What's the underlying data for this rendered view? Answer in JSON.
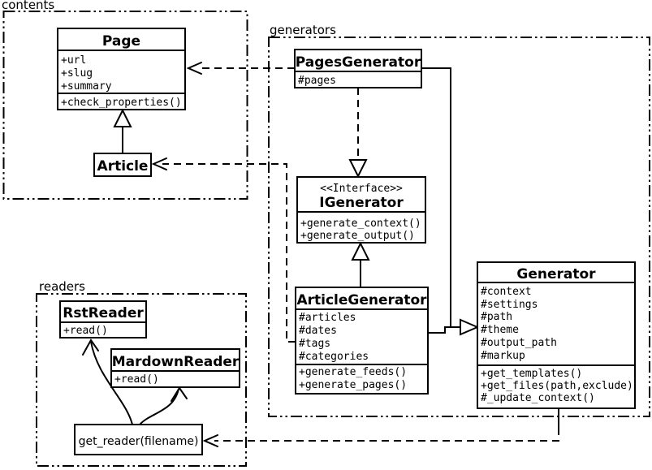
{
  "diagram": {
    "title": "UML class diagram",
    "colors": {
      "line": "#000000",
      "background": "#ffffff",
      "box_fill": "#ffffff"
    },
    "packages": {
      "contents": {
        "label": "contents"
      },
      "generators": {
        "label": "generators"
      },
      "readers": {
        "label": "readers"
      }
    },
    "classes": {
      "page": {
        "name": "Page",
        "attributes": [
          "+url",
          "+slug",
          "+summary"
        ],
        "methods": [
          "+check_properties()"
        ]
      },
      "article": {
        "name": "Article"
      },
      "pages_generator": {
        "name": "PagesGenerator",
        "attributes": [
          "#pages"
        ]
      },
      "igenerator": {
        "stereotype": "<<Interface>>",
        "name": "IGenerator",
        "methods": [
          "+generate_context()",
          "+generate_output()"
        ]
      },
      "article_generator": {
        "name": "ArticleGenerator",
        "attributes": [
          "#articles",
          "#dates",
          "#tags",
          "#categories"
        ],
        "methods": [
          "+generate_feeds()",
          "+generate_pages()"
        ]
      },
      "generator": {
        "name": "Generator",
        "attributes": [
          "#context",
          "#settings",
          "#path",
          "#theme",
          "#output_path",
          "#markup"
        ],
        "methods": [
          "+get_templates()",
          "+get_files(path,exclude)",
          "#_update_context()"
        ]
      },
      "rst_reader": {
        "name": "RstReader",
        "methods": [
          "+read()"
        ]
      },
      "mardown_reader": {
        "name": "MardownReader",
        "methods": [
          "+read()"
        ]
      },
      "get_reader": {
        "label": "get_reader(filename)"
      }
    },
    "relationships": [
      {
        "from": "Article",
        "to": "Page",
        "type": "generalization"
      },
      {
        "from": "PagesGenerator",
        "to": "Page",
        "type": "dependency"
      },
      {
        "from": "ArticleGenerator",
        "to": "Article",
        "type": "dependency"
      },
      {
        "from": "PagesGenerator",
        "to": "IGenerator",
        "type": "realization"
      },
      {
        "from": "ArticleGenerator",
        "to": "IGenerator",
        "type": "generalization"
      },
      {
        "from": "PagesGenerator",
        "to": "Generator",
        "type": "generalization"
      },
      {
        "from": "ArticleGenerator",
        "to": "Generator",
        "type": "generalization"
      },
      {
        "from": "Generator",
        "to": "get_reader(filename)",
        "type": "dependency"
      },
      {
        "from": "get_reader(filename)",
        "to": "RstReader",
        "type": "arrow"
      },
      {
        "from": "get_reader(filename)",
        "to": "MardownReader",
        "type": "arrow"
      }
    ]
  }
}
